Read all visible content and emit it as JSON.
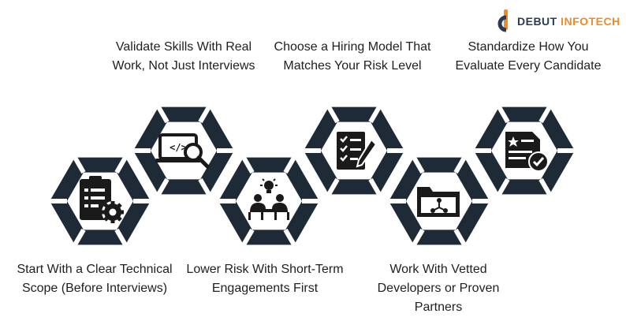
{
  "brand": {
    "name_part1": "DEBUT",
    "name_part2": "INFOTECH",
    "colors": {
      "dark": "#2b3a55",
      "accent": "#f08a24"
    }
  },
  "colors": {
    "hex": "#1e2b36",
    "icon": "#1a1a1a"
  },
  "steps": [
    {
      "id": 1,
      "text": "Start With a Clear Technical Scope (Before Interviews)",
      "icon": "clipboard-gear-icon"
    },
    {
      "id": 2,
      "text": "Validate Skills With Real Work, Not Just Interviews",
      "icon": "laptop-code-search-icon"
    },
    {
      "id": 3,
      "text": "Lower Risk With Short-Term Engagements First",
      "icon": "team-meeting-idea-icon"
    },
    {
      "id": 4,
      "text": "Choose a Hiring Model That Matches Your Risk Level",
      "icon": "checklist-pen-icon"
    },
    {
      "id": 5,
      "text": "Work With Vetted Developers or Proven Partners",
      "icon": "shared-folder-icon"
    },
    {
      "id": 6,
      "text": "Standardize How You Evaluate Every Candidate",
      "icon": "certificate-check-icon"
    }
  ]
}
